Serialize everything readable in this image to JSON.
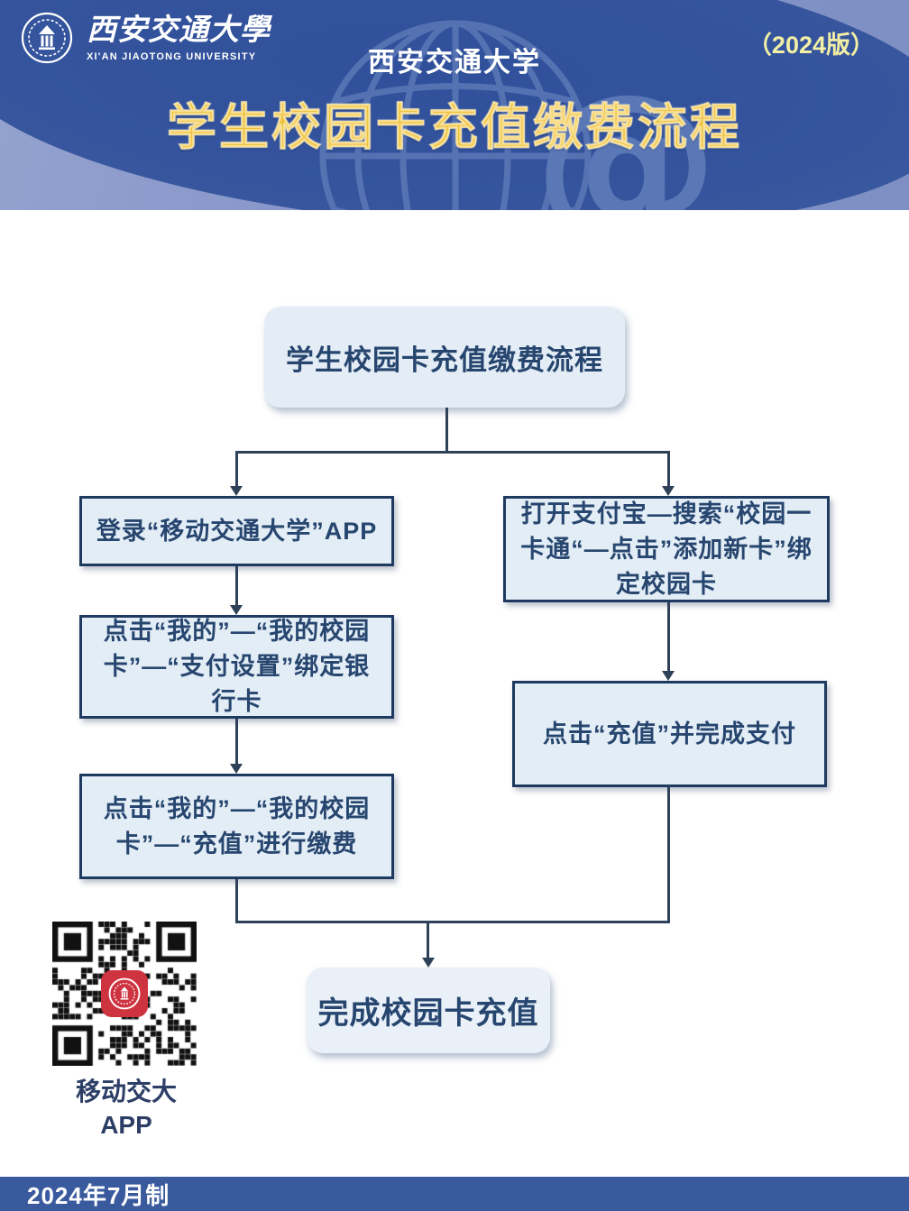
{
  "header": {
    "logo": {
      "calligraphy": "西安交通大學",
      "english": "XI'AN JIAOTONG UNIVERSITY"
    },
    "university": "西安交通大学",
    "version": "（2024版）",
    "title": "学生校园卡充值缴费流程",
    "colors": {
      "title_gold": "#efc23c",
      "version_yellow": "#f2efa5",
      "bg_dark": "#35549d",
      "bg_light": "#8595c8"
    }
  },
  "flowchart": {
    "start": "学生校园卡充值缴费流程",
    "left_branch": [
      "登录“移动交通大学”APP",
      "点击“我的”—“我的校园卡”—“支付设置”绑定银行卡",
      "点击“我的”—“我的校园卡”—“充值”进行缴费"
    ],
    "right_branch": [
      "打开支付宝—搜索“校园一卡通“—点击”添加新卡”绑定校园卡",
      "点击“充值”并完成支付"
    ],
    "end": "完成校园卡充值",
    "colors": {
      "box_fill": "#e3edf6",
      "box_border": "#1e3a60",
      "text": "#27466f",
      "line": "#2e4158"
    }
  },
  "qr": {
    "label": "移动交大\nAPP"
  },
  "footer": {
    "text": "2024年7月制",
    "bg": "#3a5a9e"
  }
}
